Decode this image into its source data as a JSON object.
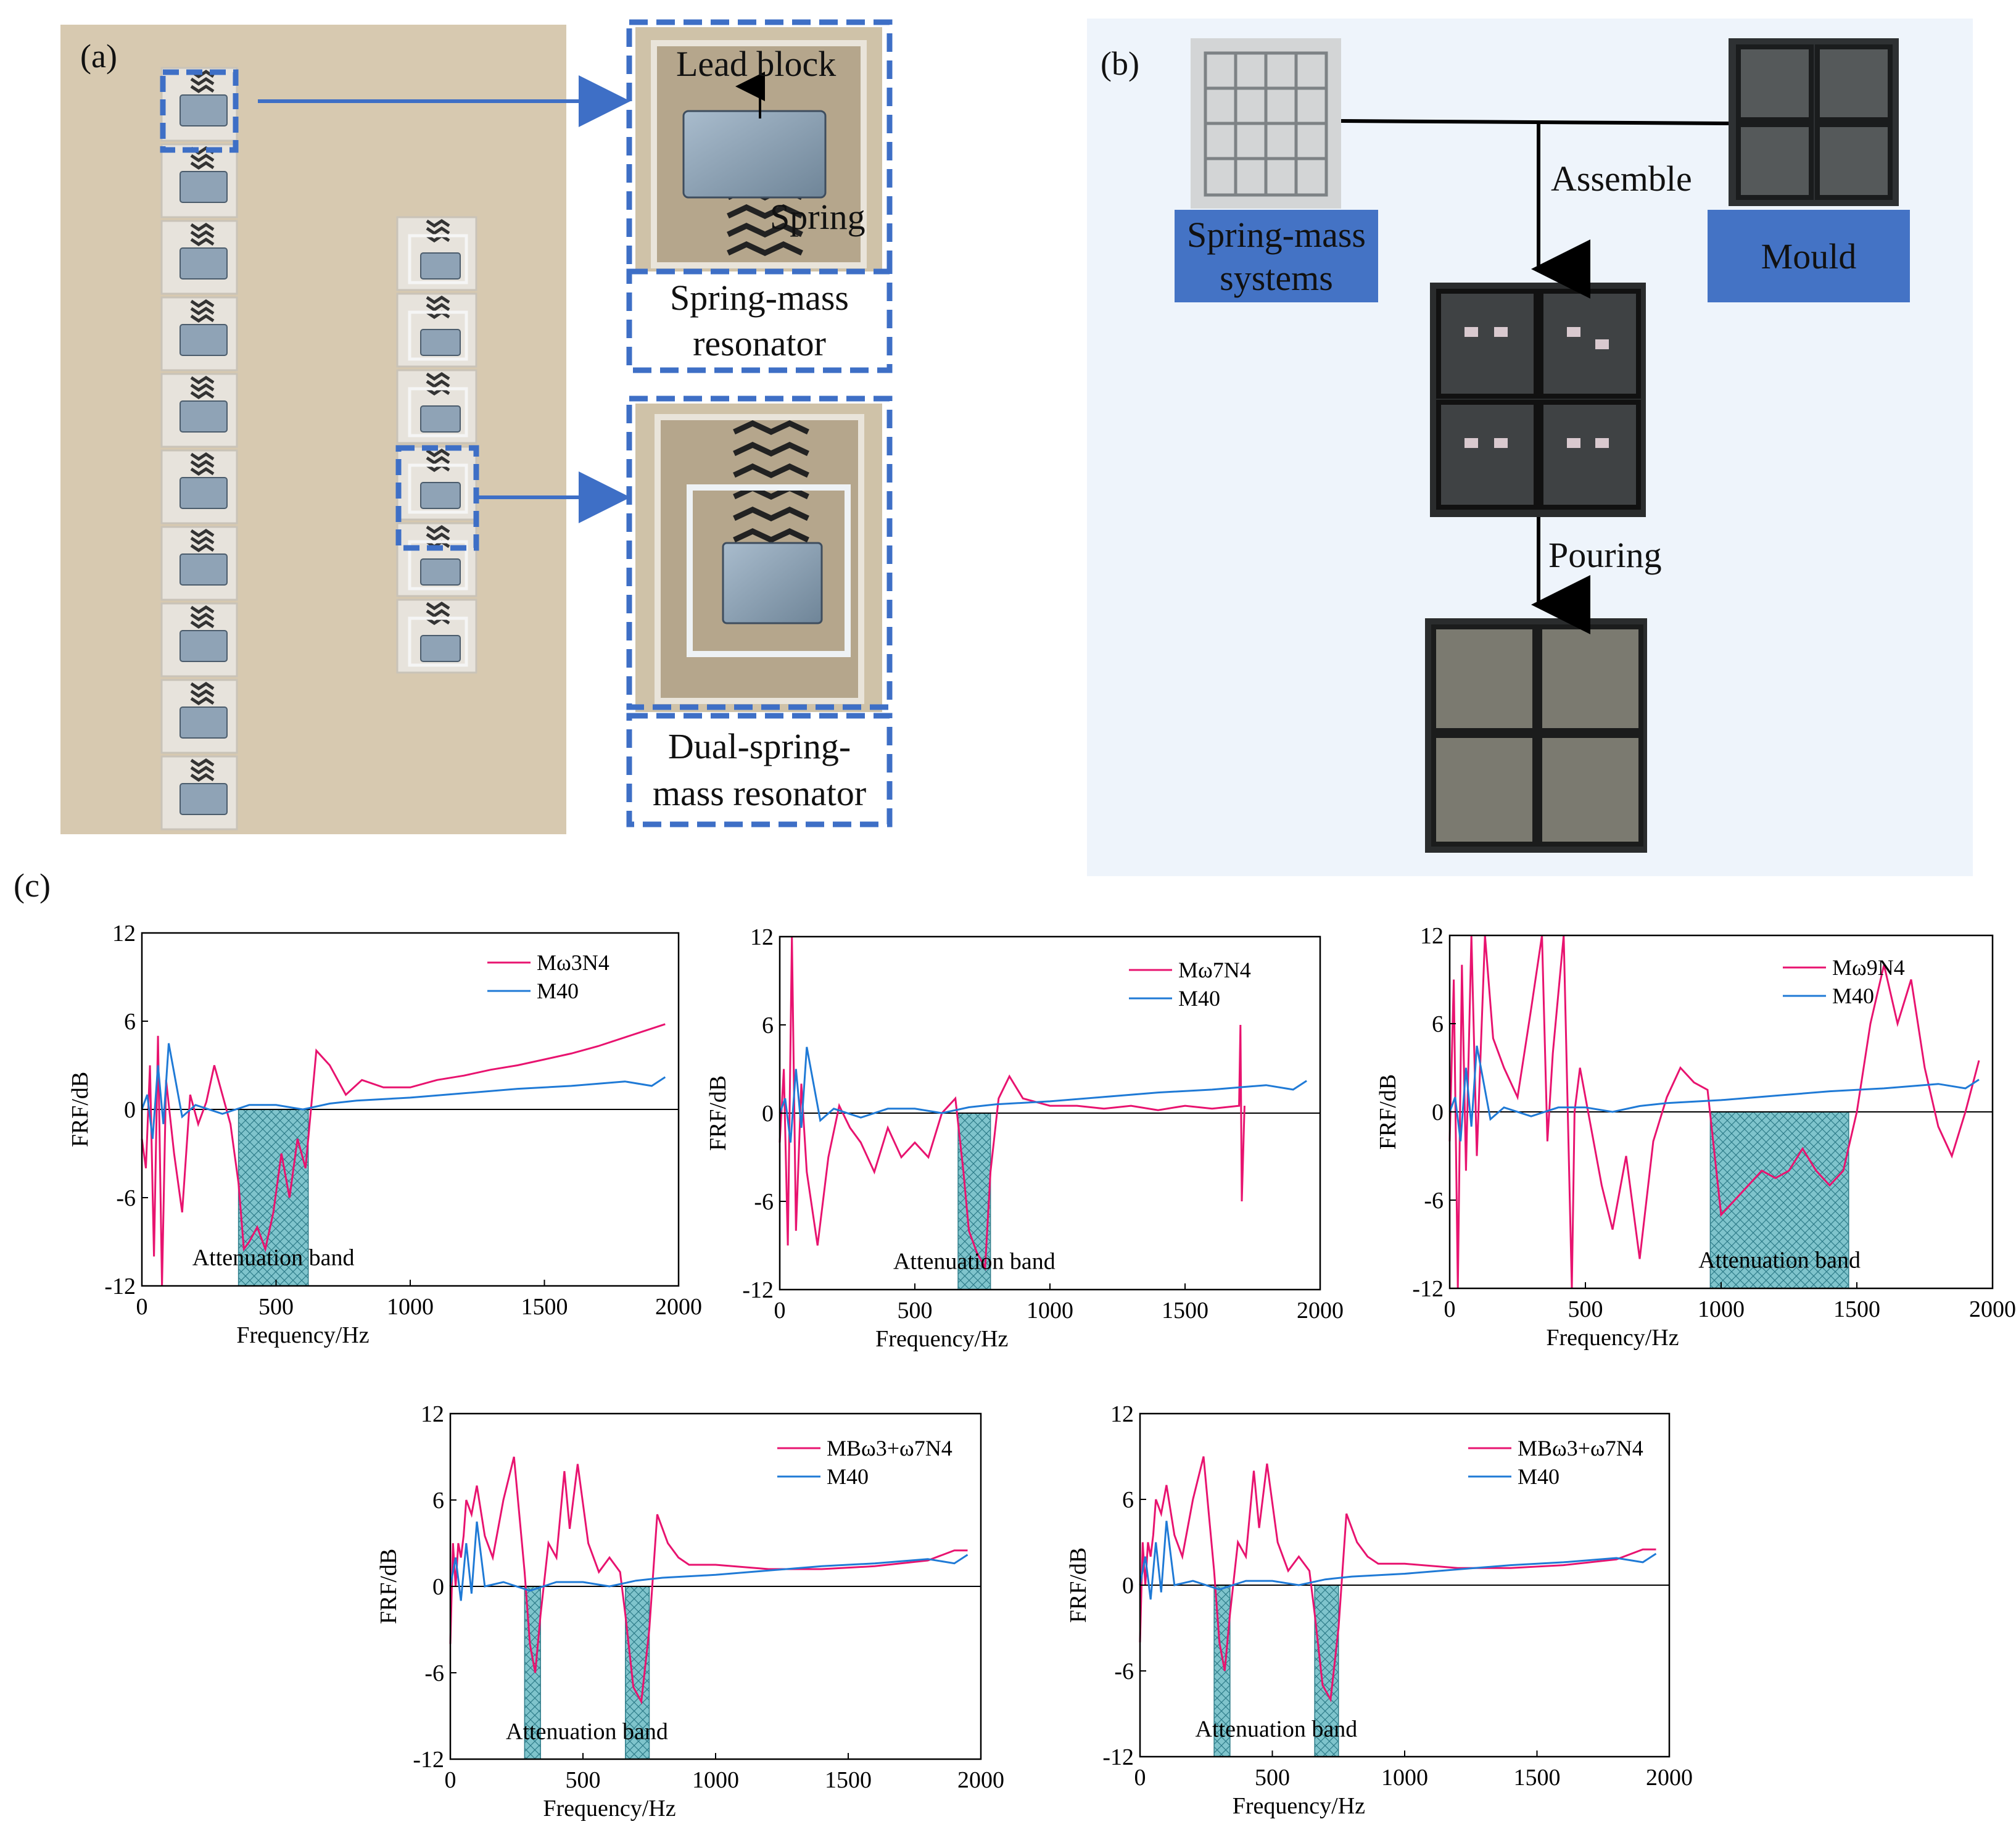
{
  "panel_a": {
    "label": "(a)",
    "lead_block_label": "Lead block",
    "spring_label": "Spring",
    "resonator1_caption": [
      "Spring-mass",
      "resonator"
    ],
    "resonator2_caption": [
      "Dual-spring-",
      "mass resonator"
    ]
  },
  "panel_b": {
    "label": "(b)",
    "systems_label": [
      "Spring-mass",
      "systems"
    ],
    "mould_label": "Mould",
    "assemble_label": "Assemble",
    "pouring_label": "Pouring"
  },
  "panel_c": {
    "label": "(c)"
  },
  "colors": {
    "frf": "#e8136f",
    "m40": "#1f7ad6",
    "band": "#7fc4cc",
    "accent_box": "#3e6fc6"
  },
  "chart_data": [
    {
      "type": "line",
      "xlabel": "Frequency/Hz",
      "ylabel": "FRF/dB",
      "xlim": [
        0,
        2000
      ],
      "ylim": [
        -12,
        12
      ],
      "xticks": [
        0,
        500,
        1000,
        1500,
        2000
      ],
      "yticks": [
        12,
        6,
        0,
        -6,
        -12
      ],
      "annotation": "Attenuation band",
      "bands": [
        [
          360,
          620
        ]
      ],
      "series": [
        {
          "name": "Mω3N4",
          "x": [
            0,
            15,
            30,
            45,
            60,
            75,
            90,
            120,
            150,
            180,
            210,
            240,
            270,
            300,
            330,
            360,
            380,
            400,
            430,
            460,
            490,
            520,
            550,
            580,
            610,
            650,
            700,
            760,
            820,
            900,
            1000,
            1100,
            1200,
            1300,
            1400,
            1500,
            1600,
            1700,
            1800,
            1900,
            1950
          ],
          "y": [
            -2,
            -4,
            3,
            -10,
            5,
            -12,
            2,
            -3,
            -7,
            1,
            -1,
            0.5,
            3,
            1,
            -1,
            -5,
            -9.5,
            -9,
            -8,
            -9.5,
            -7,
            -3,
            -6,
            -2,
            -4,
            4,
            3,
            1,
            2,
            1.5,
            1.5,
            2,
            2.3,
            2.7,
            3,
            3.4,
            3.8,
            4.3,
            4.9,
            5.5,
            5.8
          ]
        },
        {
          "name": "M40",
          "x": [
            0,
            20,
            40,
            60,
            80,
            100,
            150,
            200,
            300,
            400,
            500,
            600,
            700,
            800,
            1000,
            1200,
            1400,
            1600,
            1800,
            1900,
            1950
          ],
          "y": [
            0,
            1,
            -2,
            3,
            -1,
            4.5,
            -0.5,
            0.3,
            -0.3,
            0.3,
            0.3,
            0,
            0.4,
            0.6,
            0.8,
            1.1,
            1.4,
            1.6,
            1.9,
            1.6,
            2.2
          ]
        }
      ]
    },
    {
      "type": "line",
      "xlabel": "Frequency/Hz",
      "ylabel": "FRF/dB",
      "xlim": [
        0,
        2000
      ],
      "ylim": [
        -12,
        12
      ],
      "xticks": [
        0,
        500,
        1000,
        1500,
        2000
      ],
      "yticks": [
        12,
        6,
        0,
        -6,
        -12
      ],
      "annotation": "Attenuation band",
      "bands": [
        [
          660,
          780
        ]
      ],
      "series": [
        {
          "name": "Mω7N4",
          "x": [
            0,
            15,
            30,
            45,
            60,
            80,
            100,
            140,
            180,
            220,
            260,
            300,
            350,
            400,
            450,
            500,
            550,
            600,
            650,
            680,
            700,
            730,
            760,
            780,
            810,
            850,
            900,
            1000,
            1100,
            1200,
            1300,
            1400,
            1500,
            1600,
            1700,
            1705,
            1710,
            1720
          ],
          "y": [
            -2,
            3,
            -9,
            12,
            -8,
            2,
            -4,
            -9,
            -3,
            0.5,
            -1,
            -2,
            -4,
            -1,
            -3,
            -2,
            -3,
            0,
            1,
            -4,
            -8,
            -9.5,
            -10.5,
            -4,
            1,
            2.5,
            1,
            0.5,
            0.5,
            0.3,
            0.5,
            0.2,
            0.5,
            0.3,
            0.5,
            6,
            -6,
            0.5
          ]
        },
        {
          "name": "M40",
          "x": [
            0,
            20,
            40,
            60,
            80,
            100,
            150,
            200,
            300,
            400,
            500,
            600,
            700,
            800,
            1000,
            1200,
            1400,
            1600,
            1800,
            1900,
            1950
          ],
          "y": [
            0,
            1,
            -2,
            3,
            -1,
            4.5,
            -0.5,
            0.3,
            -0.3,
            0.3,
            0.3,
            0,
            0.4,
            0.6,
            0.8,
            1.1,
            1.4,
            1.6,
            1.9,
            1.6,
            2.2
          ]
        }
      ]
    },
    {
      "type": "line",
      "xlabel": "Frequency/Hz",
      "ylabel": "FRF/dB",
      "xlim": [
        0,
        2000
      ],
      "ylim": [
        -12,
        12
      ],
      "xticks": [
        0,
        500,
        1000,
        1500,
        2000
      ],
      "yticks": [
        12,
        6,
        0,
        -6,
        -12
      ],
      "annotation": "Attenuation band",
      "bands": [
        [
          960,
          1470
        ]
      ],
      "series": [
        {
          "name": "Mω9N4",
          "x": [
            0,
            15,
            30,
            45,
            60,
            80,
            100,
            130,
            160,
            200,
            250,
            300,
            340,
            360,
            380,
            420,
            450,
            460,
            480,
            520,
            560,
            600,
            650,
            700,
            750,
            800,
            850,
            900,
            950,
            1000,
            1050,
            1100,
            1150,
            1200,
            1250,
            1300,
            1350,
            1400,
            1450,
            1500,
            1550,
            1600,
            1650,
            1700,
            1750,
            1800,
            1850,
            1900,
            1950
          ],
          "y": [
            -2,
            9,
            -12,
            10,
            -4,
            12,
            -3,
            12,
            5,
            3,
            1,
            7,
            12,
            -2,
            4,
            12,
            -12,
            0,
            3,
            -1,
            -5,
            -8,
            -3,
            -10,
            -2,
            1,
            3,
            2,
            1.5,
            -7,
            -6,
            -5,
            -4,
            -4.5,
            -4,
            -2.5,
            -4,
            -5,
            -4,
            0,
            6,
            10,
            6,
            9,
            3,
            -1,
            -3,
            0,
            3.5
          ]
        },
        {
          "name": "M40",
          "x": [
            0,
            20,
            40,
            60,
            80,
            100,
            150,
            200,
            300,
            400,
            500,
            600,
            700,
            800,
            1000,
            1200,
            1400,
            1600,
            1800,
            1900,
            1950
          ],
          "y": [
            0,
            1,
            -2,
            3,
            -1,
            4.5,
            -0.5,
            0.3,
            -0.3,
            0.3,
            0.3,
            0,
            0.4,
            0.6,
            0.8,
            1.1,
            1.4,
            1.6,
            1.9,
            1.6,
            2.2
          ]
        }
      ]
    },
    {
      "type": "line",
      "xlabel": "Frequency/Hz",
      "ylabel": "FRF/dB",
      "xlim": [
        0,
        2000
      ],
      "ylim": [
        -12,
        12
      ],
      "xticks": [
        0,
        500,
        1000,
        1500,
        2000
      ],
      "yticks": [
        12,
        6,
        0,
        -6,
        -12
      ],
      "annotation": "Attenuation band",
      "bands": [
        [
          280,
          340
        ],
        [
          660,
          750
        ]
      ],
      "series": [
        {
          "name": "MBω3+ω7N4",
          "x": [
            0,
            10,
            20,
            30,
            40,
            50,
            60,
            80,
            100,
            130,
            160,
            200,
            240,
            260,
            280,
            300,
            320,
            340,
            370,
            400,
            430,
            450,
            480,
            520,
            560,
            600,
            640,
            660,
            690,
            720,
            750,
            780,
            820,
            860,
            900,
            1000,
            1200,
            1400,
            1600,
            1800,
            1900,
            1950
          ],
          "y": [
            -4,
            3,
            0,
            3,
            2,
            3.5,
            6,
            5,
            7,
            3.5,
            2,
            6,
            9,
            5,
            1,
            -4,
            -6,
            -2,
            3,
            2,
            8,
            4,
            8.5,
            3,
            1,
            2,
            1,
            -2,
            -7,
            -8,
            -3,
            5,
            3,
            2,
            1.5,
            1.5,
            1.2,
            1.2,
            1.4,
            1.8,
            2.5,
            2.5
          ]
        },
        {
          "name": "M40",
          "x": [
            0,
            20,
            40,
            60,
            80,
            100,
            130,
            200,
            300,
            400,
            500,
            600,
            700,
            800,
            1000,
            1200,
            1400,
            1600,
            1800,
            1900,
            1950
          ],
          "y": [
            0,
            2,
            -1,
            3,
            -0.5,
            4.5,
            0,
            0.3,
            -0.3,
            0.3,
            0.3,
            0,
            0.4,
            0.6,
            0.8,
            1.1,
            1.4,
            1.6,
            1.9,
            1.6,
            2.2
          ]
        }
      ]
    },
    {
      "type": "line",
      "xlabel": "Frequency/Hz",
      "ylabel": "FRF/dB",
      "xlim": [
        0,
        2000
      ],
      "ylim": [
        -12,
        12
      ],
      "xticks": [
        0,
        500,
        1000,
        1500,
        2000
      ],
      "yticks": [
        12,
        6,
        0,
        -6,
        -12
      ],
      "annotation": "Attenuation band",
      "bands": [
        [
          280,
          340
        ],
        [
          660,
          750
        ]
      ],
      "series": [
        {
          "name": "MBω3+ω7N4",
          "x": [
            0,
            10,
            20,
            30,
            40,
            50,
            60,
            80,
            100,
            130,
            160,
            200,
            240,
            260,
            280,
            300,
            320,
            340,
            370,
            400,
            430,
            450,
            480,
            520,
            560,
            600,
            640,
            660,
            690,
            720,
            750,
            780,
            820,
            860,
            900,
            1000,
            1200,
            1400,
            1600,
            1800,
            1900,
            1950
          ],
          "y": [
            -4,
            3,
            0,
            3,
            2,
            3.5,
            6,
            5,
            7,
            3.5,
            2,
            6,
            9,
            5,
            1,
            -4,
            -6,
            -2,
            3,
            2,
            8,
            4,
            8.5,
            3,
            1,
            2,
            1,
            -2,
            -7,
            -8,
            -3,
            5,
            3,
            2,
            1.5,
            1.5,
            1.2,
            1.2,
            1.4,
            1.8,
            2.5,
            2.5
          ]
        },
        {
          "name": "M40",
          "x": [
            0,
            20,
            40,
            60,
            80,
            100,
            130,
            200,
            300,
            400,
            500,
            600,
            700,
            800,
            1000,
            1200,
            1400,
            1600,
            1800,
            1900,
            1950
          ],
          "y": [
            0,
            2,
            -1,
            3,
            -0.5,
            4.5,
            0,
            0.3,
            -0.3,
            0.3,
            0.3,
            0,
            0.4,
            0.6,
            0.8,
            1.1,
            1.4,
            1.6,
            1.9,
            1.6,
            2.2
          ]
        }
      ]
    }
  ]
}
